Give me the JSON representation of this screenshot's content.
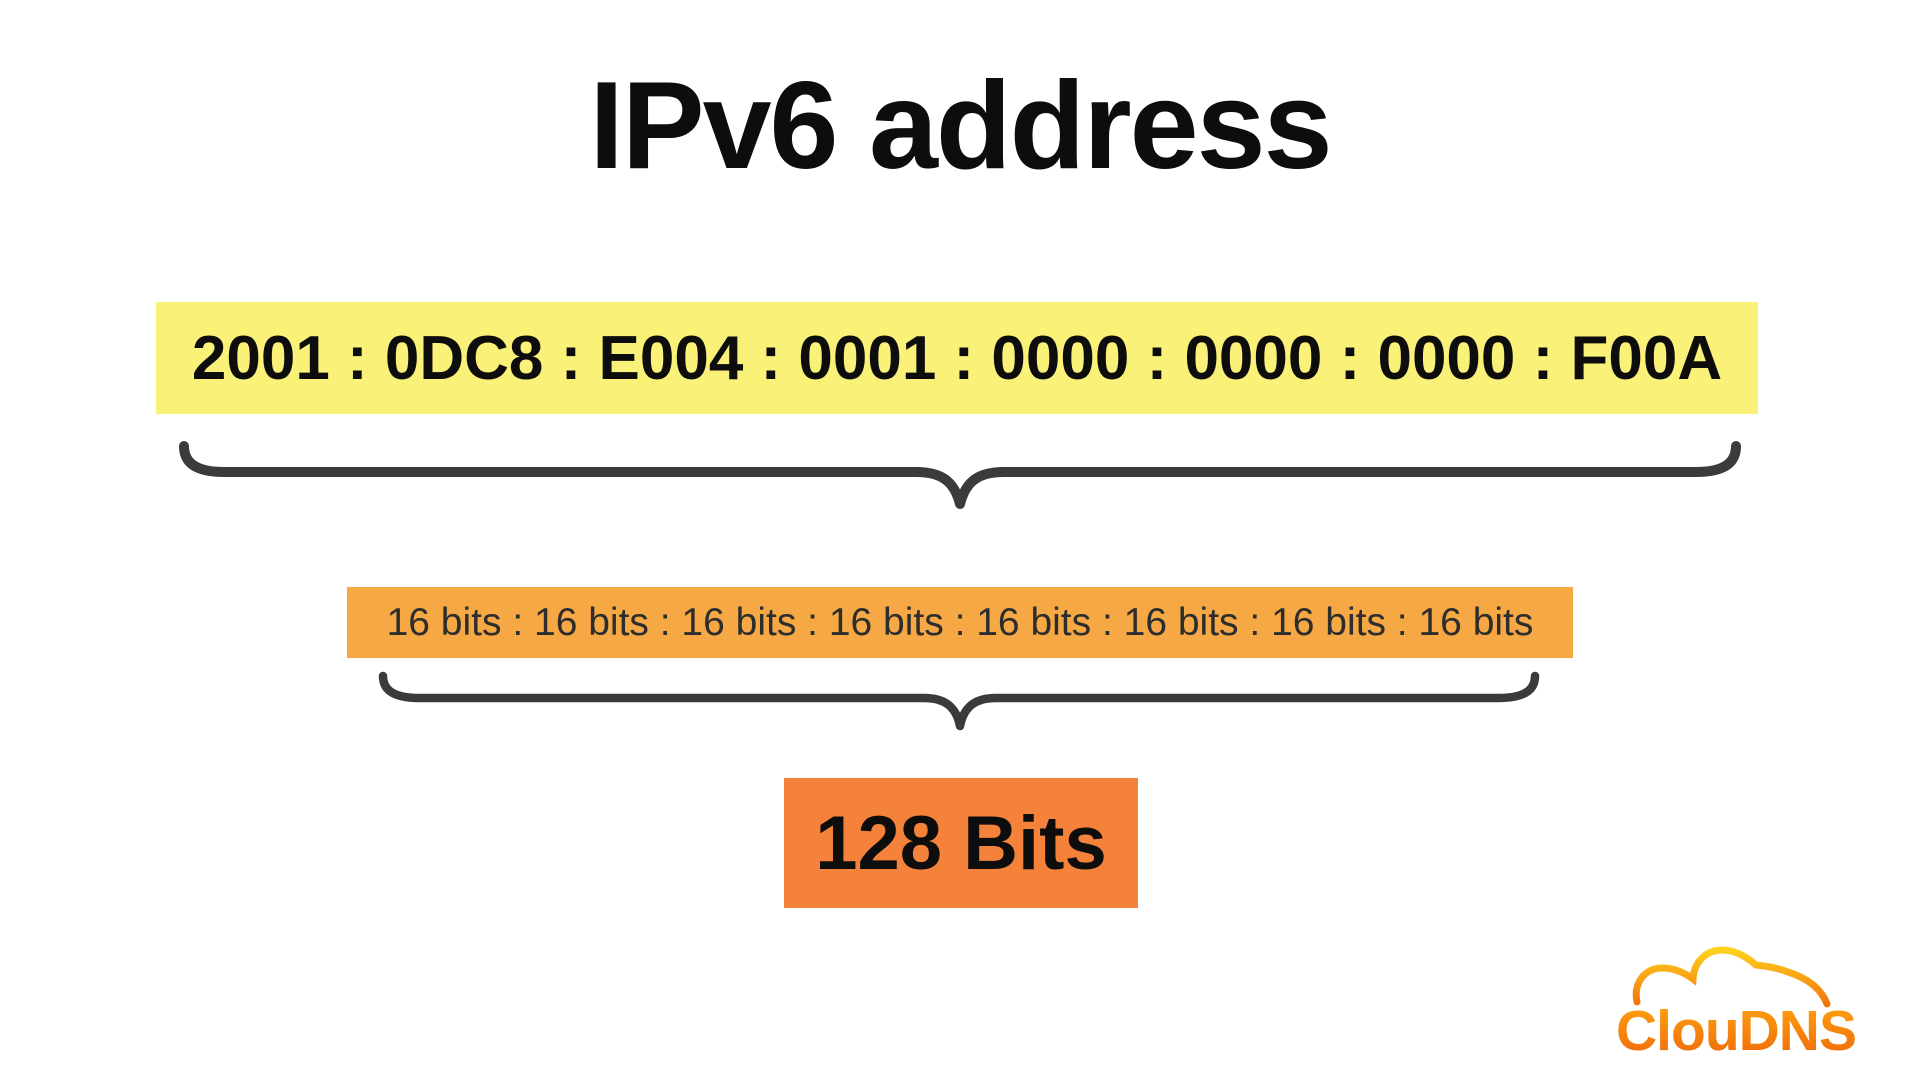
{
  "title": "IPv6 address",
  "address_box": {
    "text": "2001 : 0DC8 : E004 : 0001 : 0000 : 0000 : 0000 : F00A",
    "groups": [
      "2001",
      "0DC8",
      "E004",
      "0001",
      "0000",
      "0000",
      "0000",
      "F00A"
    ]
  },
  "bits_box": {
    "text": "16 bits : 16 bits : 16 bits : 16 bits : 16 bits : 16 bits : 16 bits : 16 bits",
    "group_label": "16 bits",
    "group_count": 8
  },
  "total_box": {
    "text": "128 Bits"
  },
  "logo": {
    "text": "ClouDNS"
  },
  "colors": {
    "address-bg": "#F9F178",
    "bits-bg": "#F5A843",
    "total-bg": "#F5823B",
    "brace": "#3B3B3B",
    "text-dark": "#0D0D0D",
    "text-mid": "#2D2D2D",
    "cloud-top": "#FFD21E",
    "cloud-bottom": "#F4740E",
    "logo-orange-top": "#FFA50F",
    "logo-orange-bottom": "#EE660B"
  }
}
